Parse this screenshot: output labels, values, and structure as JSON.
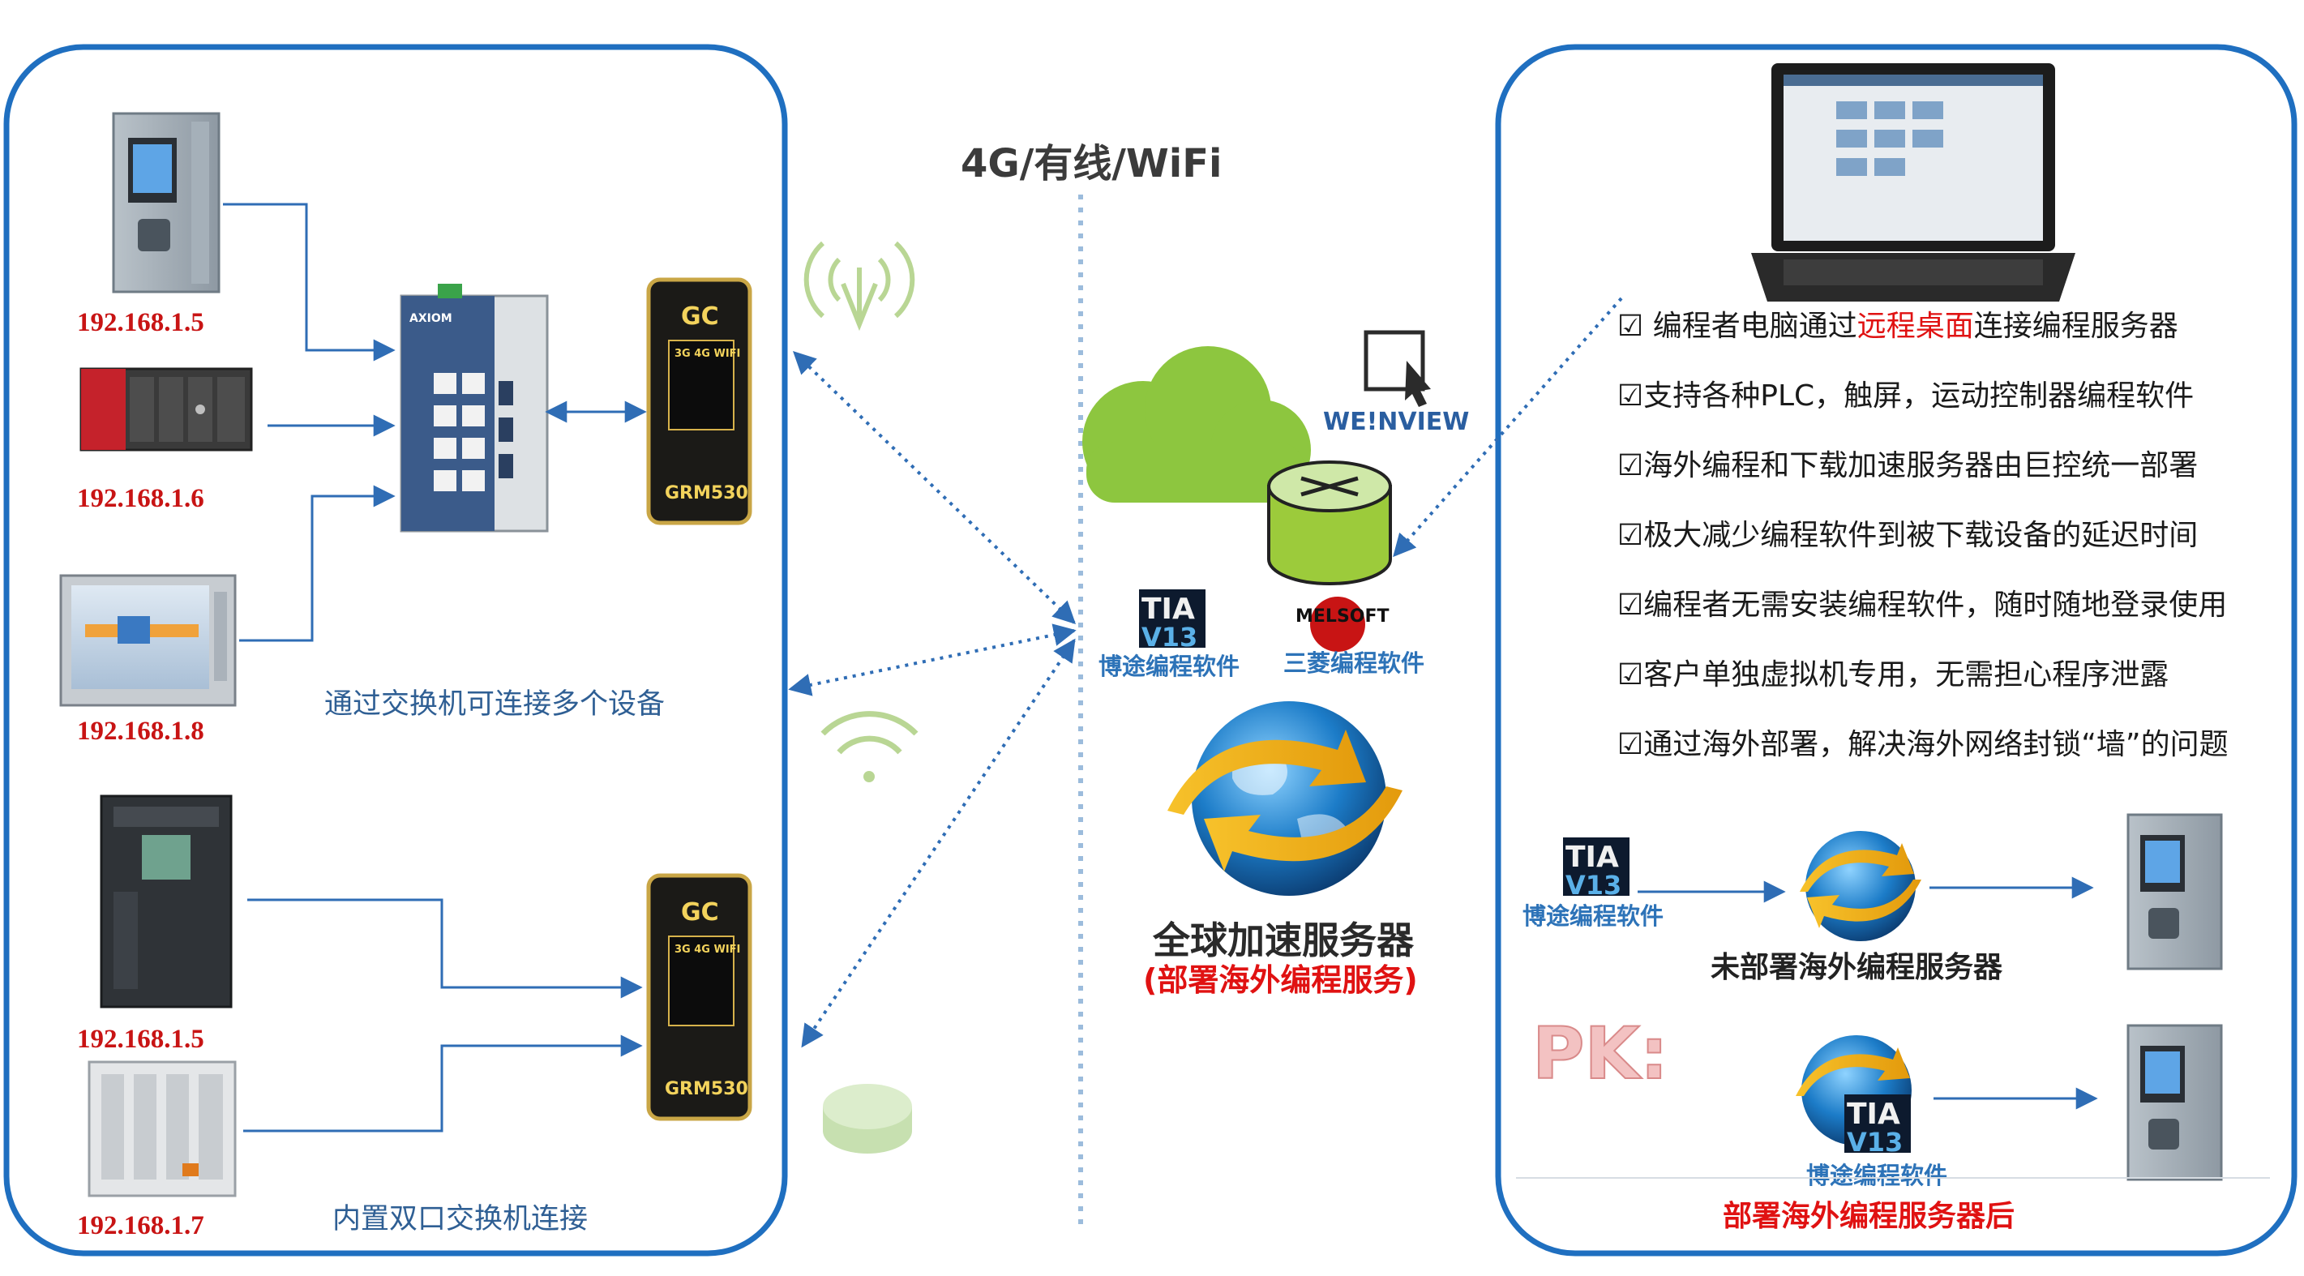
{
  "left_panel": {
    "devices": [
      {
        "ip": "192.168.1.5"
      },
      {
        "ip": "192.168.1.6"
      },
      {
        "ip": "192.168.1.8"
      },
      {
        "ip": "192.168.1.5"
      },
      {
        "ip": "192.168.1.7"
      }
    ],
    "switch_caption": "通过交换机可连接多个设备",
    "dual_port_caption": "内置双口交换机连接",
    "switch_brand": "AXIOM",
    "gateway": {
      "brand": "GC",
      "badge": "3G 4G WIFI",
      "model": "GRM530"
    }
  },
  "network_label": "4G/有线/WiFi",
  "middle": {
    "weinview_logo": "WE!NVIEW",
    "tia_logo": {
      "line1": "TIA",
      "line2": "V13"
    },
    "tia_label": "博途编程软件",
    "melsoft_logo": "MELSOFT",
    "melsoft_label": "三菱编程软件",
    "server_title": "全球加速服务器",
    "server_subtitle": "(部署海外编程服务)"
  },
  "right_panel": {
    "features": [
      {
        "pre": "☑ 编程者电脑通过",
        "hl": "远程桌面",
        "post": "连接编程服务器"
      },
      {
        "pre": "☑支持各种PLC，触屏，运动控制器编程软件",
        "hl": "",
        "post": ""
      },
      {
        "pre": "☑海外编程和下载加速服务器由巨控统一部署",
        "hl": "",
        "post": ""
      },
      {
        "pre": "☑极大减少编程软件到被下载设备的延迟时间",
        "hl": "",
        "post": ""
      },
      {
        "pre": "☑编程者无需安装编程软件，随时随地登录使用",
        "hl": "",
        "post": ""
      },
      {
        "pre": "☑客户单独虚拟机专用，无需担心程序泄露",
        "hl": "",
        "post": ""
      },
      {
        "pre": "☑通过海外部署，解决海外网络封锁“墙”的问题",
        "hl": "",
        "post": ""
      }
    ],
    "compare_tia_label": "博途编程软件",
    "before_label": "未部署海外编程服务器",
    "pk": "PK:",
    "after_tia_label": "博途编程软件",
    "after_label": "部署海外编程服务器后"
  },
  "colors": {
    "panel_border": "#1f6fc0",
    "connector": "#2f6db5",
    "cloud": "#8dc63f",
    "router": "#9ccb3b",
    "ip_red": "#c81414",
    "highlight_red": "#e01212"
  }
}
